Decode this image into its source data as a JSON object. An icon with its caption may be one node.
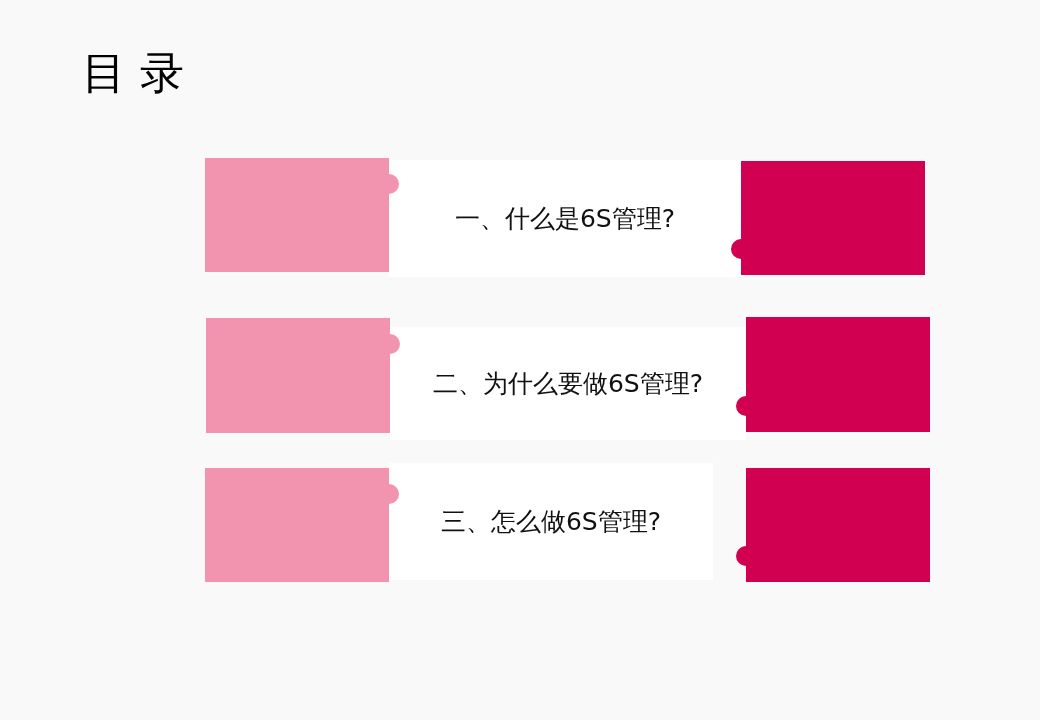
{
  "diagram": {
    "title": "目 录",
    "nodes": [
      {
        "text": [],
        "shape": "box"
      },
      {
        "text": [
          "一、什么是6S管理?"
        ]
      },
      {
        "text": [],
        "shape": "box"
      },
      {
        "text": [],
        "shape": "box"
      },
      {
        "text": [
          "二、为什么要做6S管理?"
        ]
      },
      {
        "text": [],
        "shape": "box"
      },
      {
        "text": [],
        "shape": "box"
      },
      {
        "text": [
          "三、怎么做6S管理?"
        ]
      },
      {
        "text": [],
        "shape": "box"
      }
    ]
  }
}
